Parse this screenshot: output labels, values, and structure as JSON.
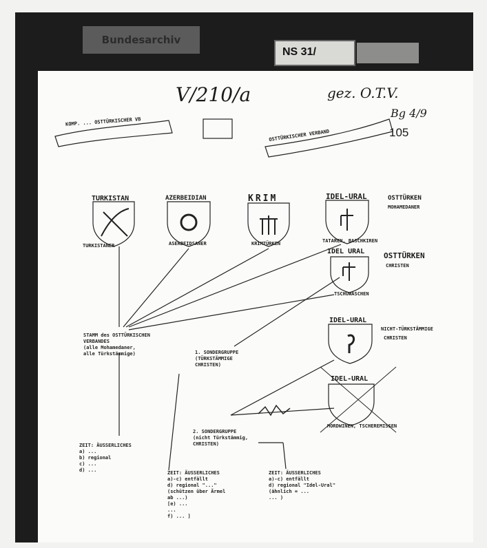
{
  "folder": {
    "tab_label": "Bundesarchiv",
    "label_box": "NS 31/"
  },
  "header": {
    "file_ref": "V/210/a",
    "top_right": "gez. O.T.V.",
    "initials": "Bg 4/9",
    "page_number": "105",
    "banner_left": "KOMP. ... OSTTÜRKISCHER VB",
    "banner_right": "OSTTÜRKISCHER VERBAND"
  },
  "shields": [
    {
      "title": "TURKISTAN",
      "caption": "TURKISTANER"
    },
    {
      "title": "AZERBEIDIAN",
      "caption": "ASERBEIDSANER"
    },
    {
      "title": "KRIM",
      "caption": "KRIMTÜRKEN"
    },
    {
      "title": "IDEL-URAL",
      "caption": "TATAREN, BASCHKIREN"
    },
    {
      "title": "IDEL URAL",
      "caption": "TSCHUWASCHEN"
    },
    {
      "title": "IDEL-URAL",
      "caption": ""
    },
    {
      "title": "IDEL-URAL",
      "caption": "MORDWINEN, TSCHEREMISSEN"
    }
  ],
  "side_labels": {
    "group1_a": "OSTTÜRKEN",
    "group1_b": "MOHAMEDANER",
    "group2_a": "OSTTÜRKEN",
    "group2_b": "CHRISTEN",
    "group3_a": "NICHT-TÜRKSTÄMMIGE",
    "group3_b": "CHRISTEN"
  },
  "notes": {
    "stamm": "STAMM des OSTTÜRKISCHEN\nVERBANDES\n(alle Mohamedaner,\nalle Türkstämmige)",
    "sonder1": "1. SONDERGRUPPE\n(TÜRKSTÄMMIGE\nCHRISTEN)",
    "sonder2": "2. SONDERGRUPPE\n(nicht Türkstämmig,\nCHRISTEN)",
    "zeit1": "ZEIT: ÄUSSERLICHES\na) ...\nb) regional\nc) ...\nd) ...",
    "zeit2": "ZEIT: ÄUSSERLICHES\na)-c) entfällt\nd) regional \"...\"\n(schützen über Ärmel\nab ...)\n[e) ...\n...\nf) ... ]",
    "zeit3": "ZEIT: ÄUSSERLICHES\na)-c) entfällt\nd) regional \"Idel-Ural\"\n(ähnlich = ...\n... )"
  }
}
